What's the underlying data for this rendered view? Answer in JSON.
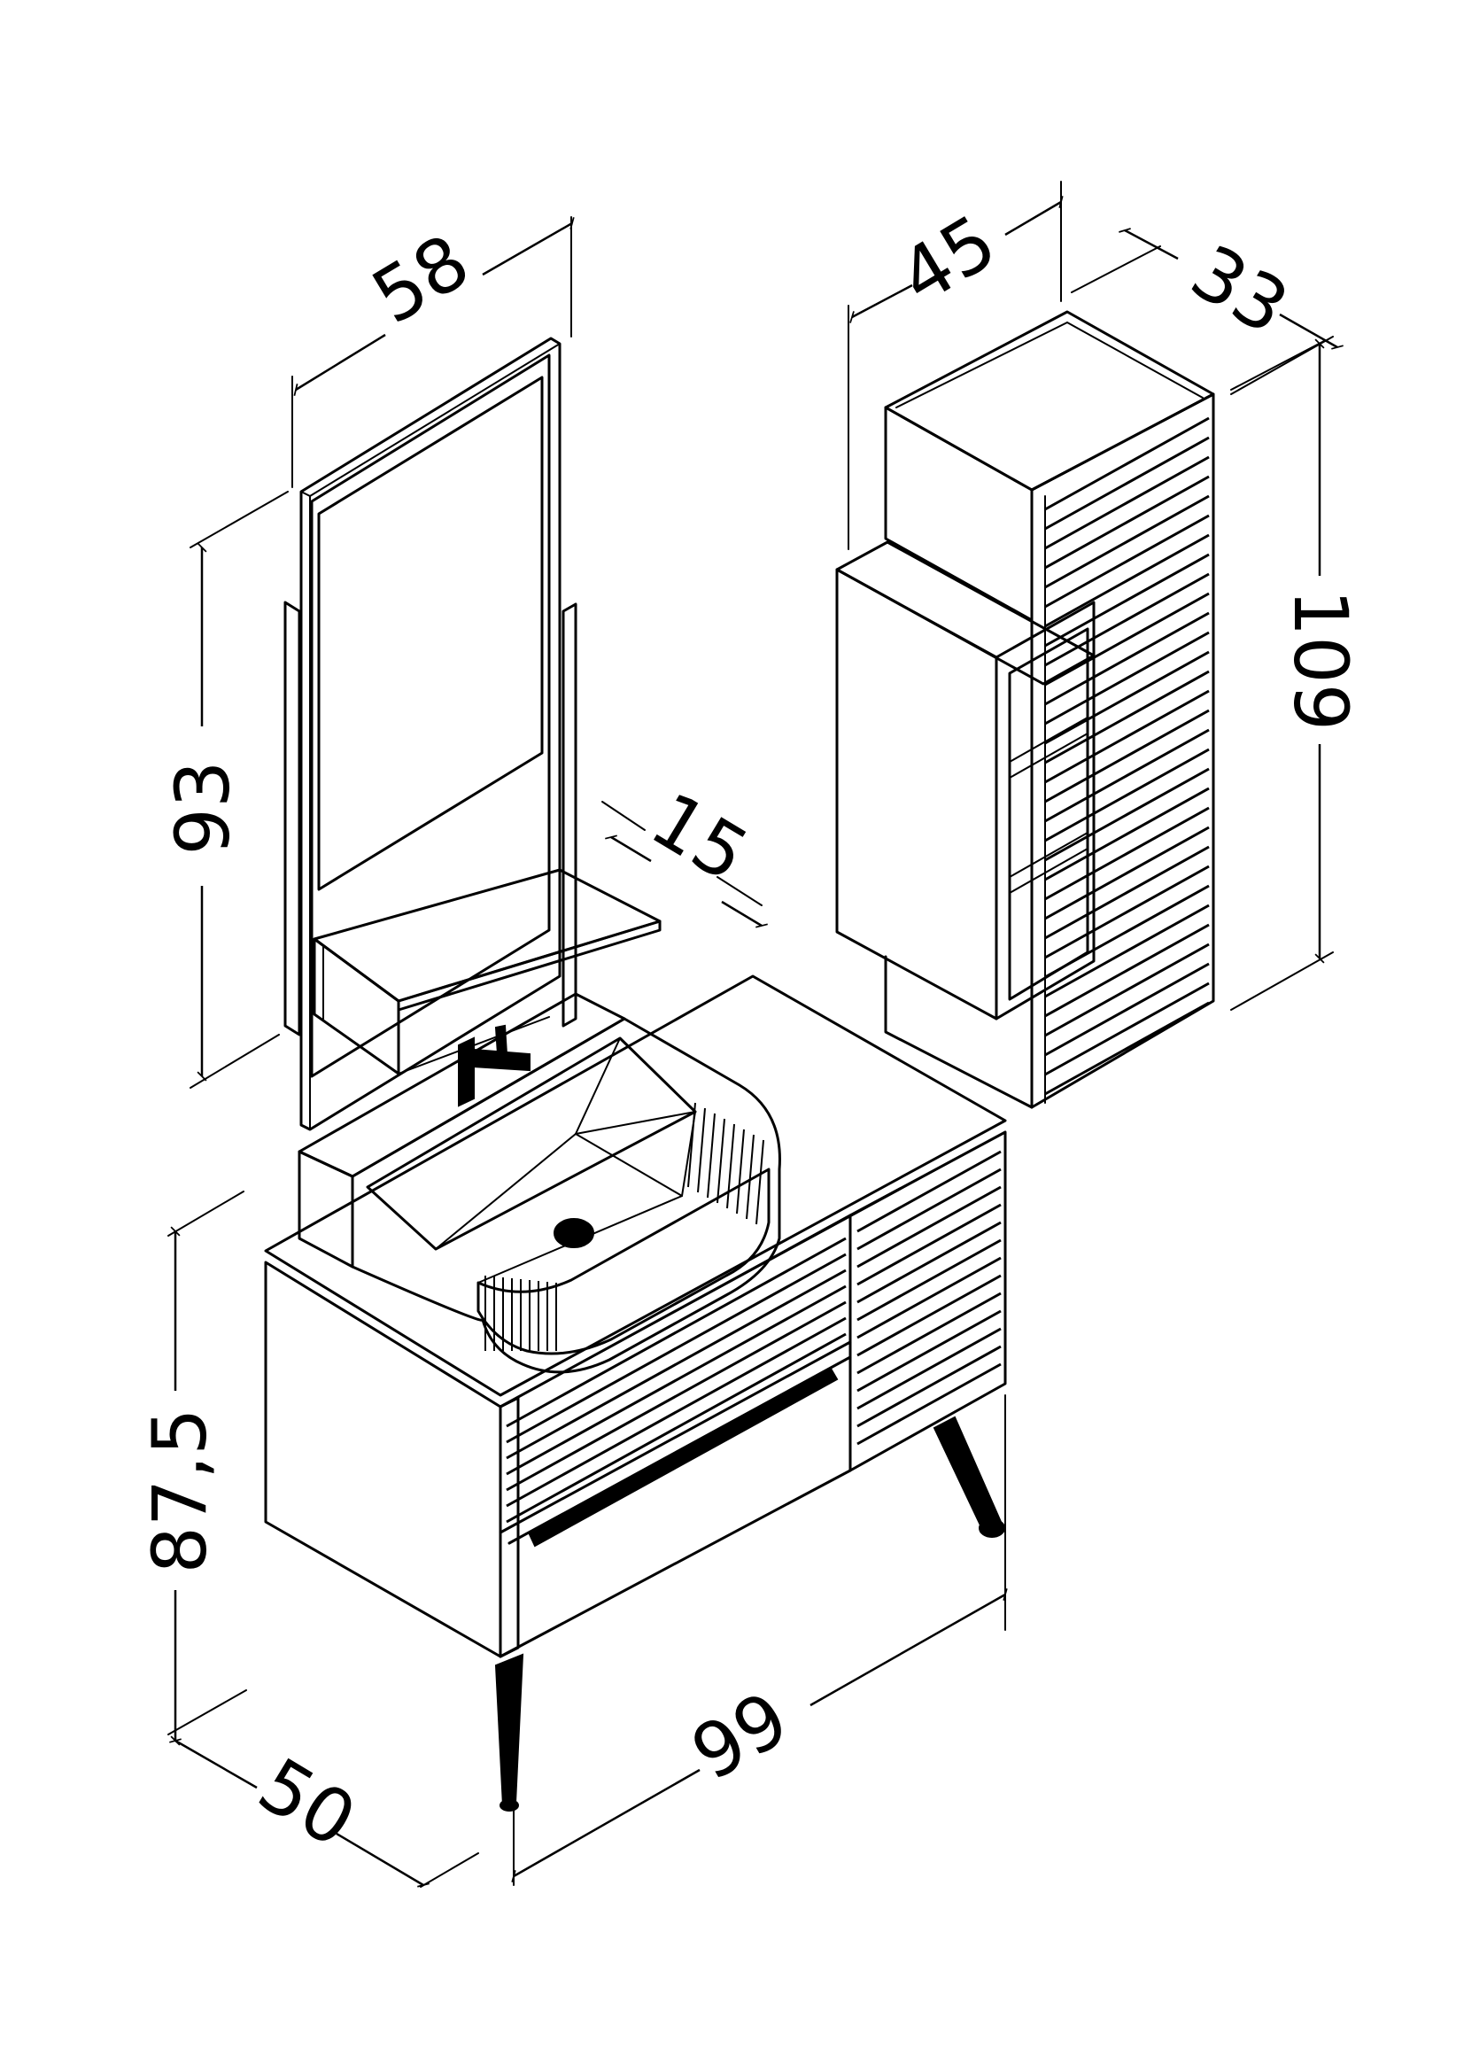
{
  "dimensions": {
    "mirror_width": "58",
    "mirror_height": "93",
    "shelf_depth": "15",
    "cabinet_width": "45",
    "cabinet_depth": "33",
    "cabinet_height": "109",
    "vanity_height": "87,5",
    "vanity_depth": "50",
    "vanity_width": "99"
  },
  "colors": {
    "line": "#000000",
    "background": "#ffffff"
  }
}
